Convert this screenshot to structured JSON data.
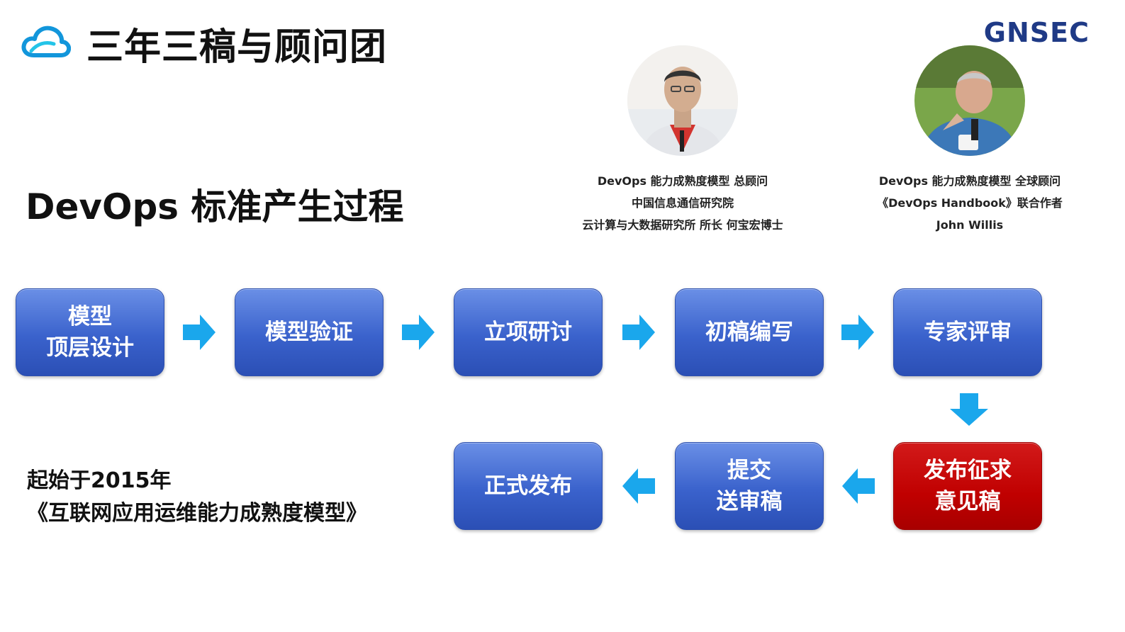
{
  "header": {
    "title": "三年三稿与顾问团",
    "brand": "GNSEC",
    "logo_icon": "cloud-icon",
    "logo_color": "#1296db"
  },
  "section_title": "DevOps 标准产生过程",
  "advisors": [
    {
      "lines": [
        "DevOps 能力成熟度模型 总顾问",
        "中国信息通信研究院",
        "云计算与大数据研究所 所长  何宝宏博士"
      ]
    },
    {
      "lines": [
        "DevOps 能力成熟度模型 全球顾问",
        "《DevOps Handbook》联合作者",
        "John Willis"
      ]
    }
  ],
  "process": {
    "row1": [
      {
        "lines": [
          "模型",
          "顶层设计"
        ]
      },
      {
        "lines": [
          "模型验证"
        ]
      },
      {
        "lines": [
          "立项研讨"
        ]
      },
      {
        "lines": [
          "初稿编写"
        ]
      },
      {
        "lines": [
          "专家评审"
        ]
      }
    ],
    "row2": [
      {
        "lines": [
          "发布征求",
          "意见稿"
        ],
        "highlight": true
      },
      {
        "lines": [
          "提交",
          "送审稿"
        ]
      },
      {
        "lines": [
          "正式发布"
        ]
      }
    ],
    "arrow_color": "#1aa7ec",
    "box_color": "#3a62cc",
    "highlight_color": "#c00000"
  },
  "origin": {
    "line1": "起始于2015年",
    "line2": "《互联网应用运维能力成熟度模型》"
  }
}
